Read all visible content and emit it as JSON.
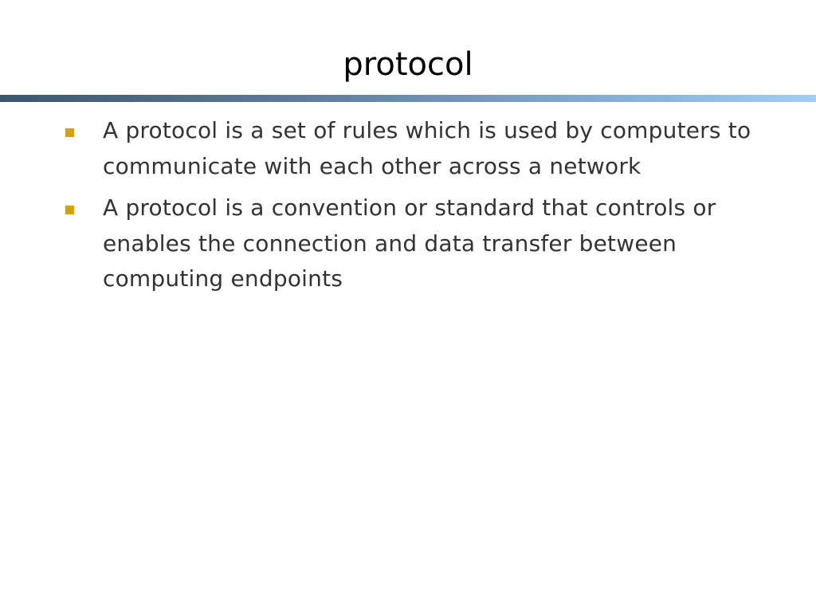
{
  "slide": {
    "title": "protocol",
    "accent_colors": {
      "title_bar_start": "#3e556e",
      "title_bar_end": "#a3cdf7",
      "bullet": "#d4a017"
    },
    "bullets": [
      {
        "text": "A protocol is a set of rules which is used by computers to communicate with each other across a network"
      },
      {
        "text": "A protocol is a convention or standard that controls or enables the connection and data transfer between computing endpoints"
      }
    ]
  }
}
